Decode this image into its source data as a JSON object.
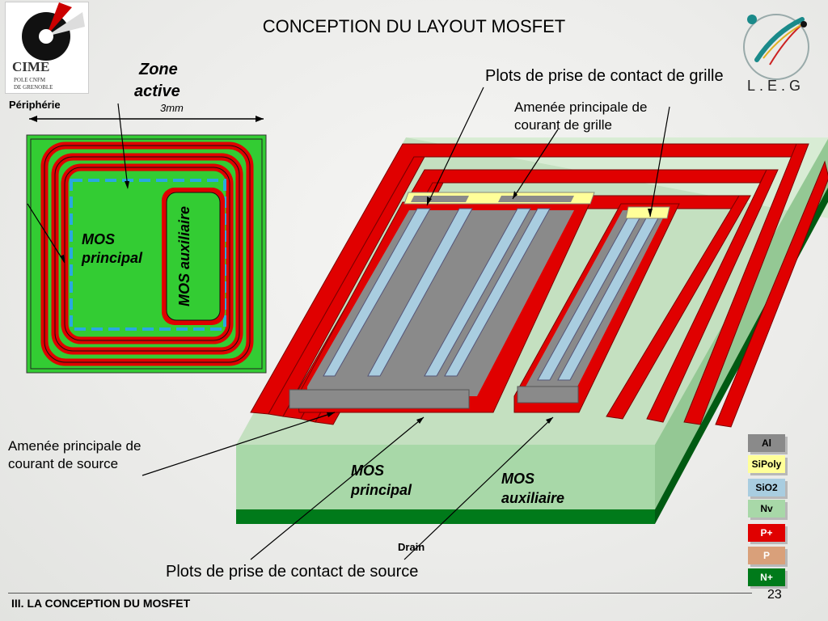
{
  "slide": {
    "title": "CONCEPTION DU LAYOUT MOSFET",
    "footer": "III. LA CONCEPTION DU MOSFET",
    "page_number": "23"
  },
  "logos": {
    "cime_text": "CIME",
    "cime_subtitle_1": "POLE CNFM",
    "cime_subtitle_2": "DE GRENOBLE",
    "leg_text": "L.E.G"
  },
  "labels": {
    "peripherie": "Périphérie",
    "zone_active_1": "Zone",
    "zone_active_2": "active",
    "dimension": "3mm",
    "mos_principal_top_1": "MOS",
    "mos_principal_top_2": "principal",
    "mos_auxiliaire_top_1": "MOS",
    "mos_auxiliaire_top_2": "auxiliaire",
    "plots_grille": "Plots de prise de contact de grille",
    "amenee_grille_1": "Amenée principale de",
    "amenee_grille_2": "courant de grille",
    "amenee_source_1": "Amenée principale de",
    "amenee_source_2": "courant de source",
    "mos_principal_3d_1": "MOS",
    "mos_principal_3d_2": "principal",
    "mos_auxiliaire_3d_1": "MOS",
    "mos_auxiliaire_3d_2": "auxiliaire",
    "drain": "Drain",
    "plots_source": "Plots de prise de contact de source"
  },
  "legend": [
    {
      "label": "Al",
      "bg": "#8a8a8a",
      "fg": "#000000"
    },
    {
      "label": "SiPoly",
      "bg": "#ffff99",
      "fg": "#000000"
    },
    {
      "label": "SiO2",
      "bg": "#a9cde0",
      "fg": "#000000"
    },
    {
      "label": "Nv",
      "bg": "#a8d8a8",
      "fg": "#000000"
    },
    {
      "label": "P+",
      "bg": "#e00000",
      "fg": "#ffffff"
    },
    {
      "label": "P",
      "bg": "#d9a07a",
      "fg": "#ffffff"
    },
    {
      "label": "N+",
      "bg": "#007a1a",
      "fg": "#ffffff"
    }
  ],
  "colors": {
    "p_plus": "#e00000",
    "n_plus": "#007a1a",
    "n_minus": "#a8d8a8",
    "aluminium": "#8a8a8a",
    "oxide": "#a9cde0",
    "poly": "#ffff99",
    "top_view_green": "#33cc33"
  }
}
